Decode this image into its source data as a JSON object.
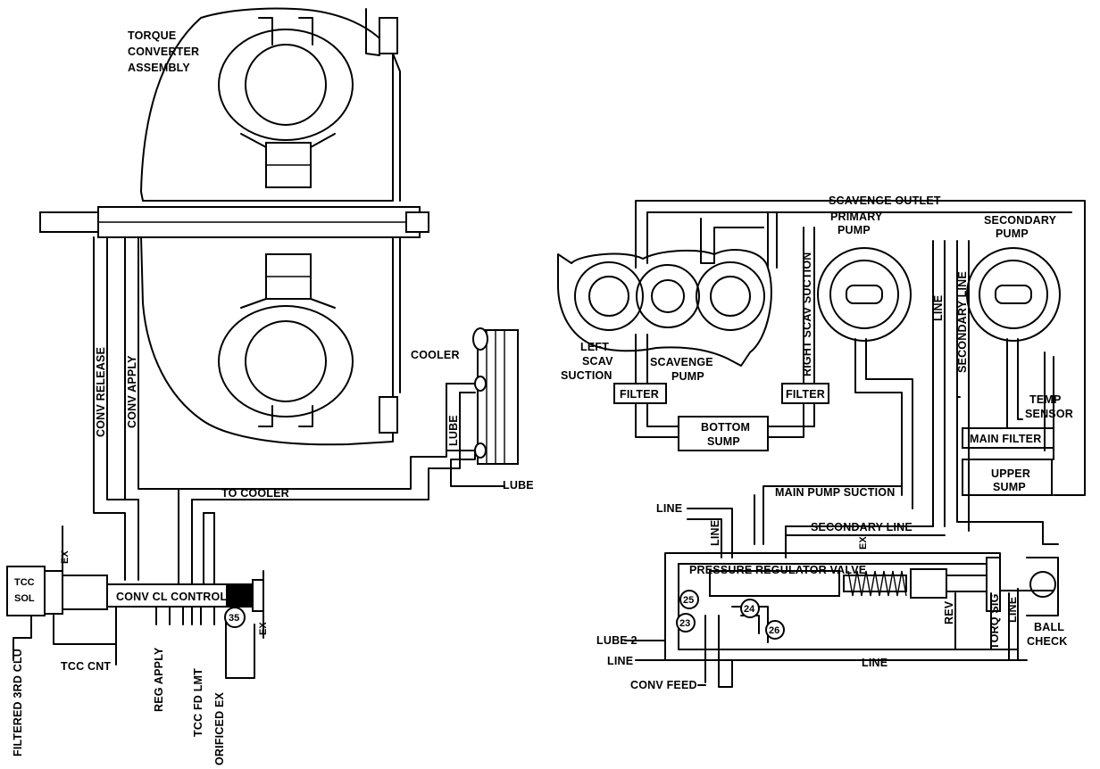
{
  "converter": {
    "title_lines": [
      "TORQUE",
      "CONVERTER",
      "ASSEMBLY"
    ]
  },
  "labels": {
    "cooler": "COOLER",
    "lube_vertical": "LUBE",
    "lube_out": "LUBE",
    "to_cooler": "TO COOLER",
    "conv_release": "CONV RELEASE",
    "conv_apply": "CONV APPLY",
    "tcc_sol_lines": [
      "TCC",
      "SOL"
    ],
    "ex_top": "EX",
    "conv_cl_control": "CONV CL CONTROL",
    "valve_num_35": "35",
    "ex_right": "EX",
    "tcc_cnt": "TCC CNT",
    "filtered_3rd_clu": "FILTERED 3RD CLU",
    "reg_apply": "REG APPLY",
    "tcc_fd_lmt": "TCC FD LMT",
    "orificed_ex": "ORIFICED EX"
  },
  "pump_system": {
    "scavenge_outlet": "SCAVENGE OUTLET",
    "primary_pump_lines": [
      "PRIMARY",
      "PUMP"
    ],
    "secondary_pump_lines": [
      "SECONDARY",
      "PUMP"
    ],
    "left_scav_suction_lines": [
      "LEFT",
      "SCAV",
      "SUCTION"
    ],
    "scavenge_pump_lines": [
      "SCAVENGE",
      "PUMP"
    ],
    "right_scav_suction": "RIGHT SCAV SUCTION",
    "line_vertical": "LINE",
    "secondary_line_vertical": "SECONDARY LINE",
    "filter_left": "FILTER",
    "filter_right": "FILTER",
    "bottom_sump_lines": [
      "BOTTOM",
      "SUMP"
    ],
    "temp_sensor_lines": [
      "TEMP",
      "SENSOR"
    ],
    "main_filter": "MAIN FILTER",
    "upper_sump_lines": [
      "UPPER",
      "SUMP"
    ],
    "main_pump_suction": "MAIN PUMP SUCTION"
  },
  "regulator": {
    "line_left": "LINE",
    "line_vertical": "LINE",
    "secondary_line": "SECONDARY LINE",
    "ex": "EX",
    "valve_title": "PRESSURE REGULATOR VALVE",
    "num_25": "25",
    "num_23": "23",
    "num_24": "24",
    "num_26": "26",
    "rev": "REV",
    "torq_sig": "TORQ SIG",
    "line_right_vertical": "LINE",
    "ball_check_lines": [
      "BALL",
      "CHECK"
    ],
    "lube_2": "LUBE 2",
    "line_bottom_left": "LINE",
    "line_bottom": "LINE",
    "conv_feed": "CONV FEED"
  }
}
